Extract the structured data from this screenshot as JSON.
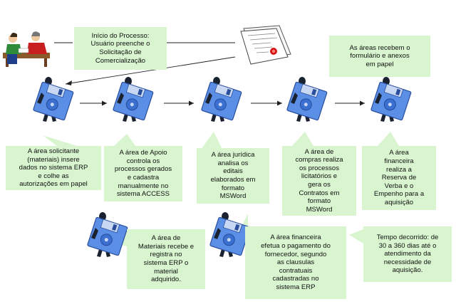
{
  "callouts": {
    "inicio": "Início do Processo:\nUsuário preenche o\nSolicitação de\nComercialização",
    "recebem": "As áreas  recebem o\nformulário e anexos\nem papel",
    "solicitante": "A área solicitante\n(materiais) insere\ndados no sistema  ERP\ne  colhe as\nautorizações em papel",
    "apoio": "A área de Apoio\ncontrola os\nprocessos gerados\ne cadastra\nmanualmente no\nsistema ACCESS",
    "juridica": "A área jurídica\nanalisa os\neditais\nelaborados em\nformato\nMSWord",
    "compras": "A área de\ncompras realiza\nos processos\nlicitatórios e\ngera os\nContratos em\nformato\nMSWord",
    "financeira_verba": "A área\nfinanceira\nrealiza a\nReserva de\nVerba e o\nEmpenho para a\naquisição",
    "materiais": "A área de\nMateriais recebe e\nregistra no\nsistema ERP o\nmaterial\nadquirido.",
    "financeira_pagamento": "A área financeira\nefetua o pagamento do\nfornecedor, segundo\nas clausulas\ncontratuais\ncadastradas no\nsistema ERP",
    "tempo": "Tempo decorrido: de\n30 a 360 dias até o\natendimento da\nnecessidade de\naquisição."
  },
  "colors": {
    "note_fill": "#d8f5cf",
    "disk_blue": "#5b8fe6",
    "figure_dark": "#1a2230"
  },
  "icons": [
    "meeting-people-icon",
    "document-with-seal-icon",
    "person-carrying-disk-icon"
  ]
}
